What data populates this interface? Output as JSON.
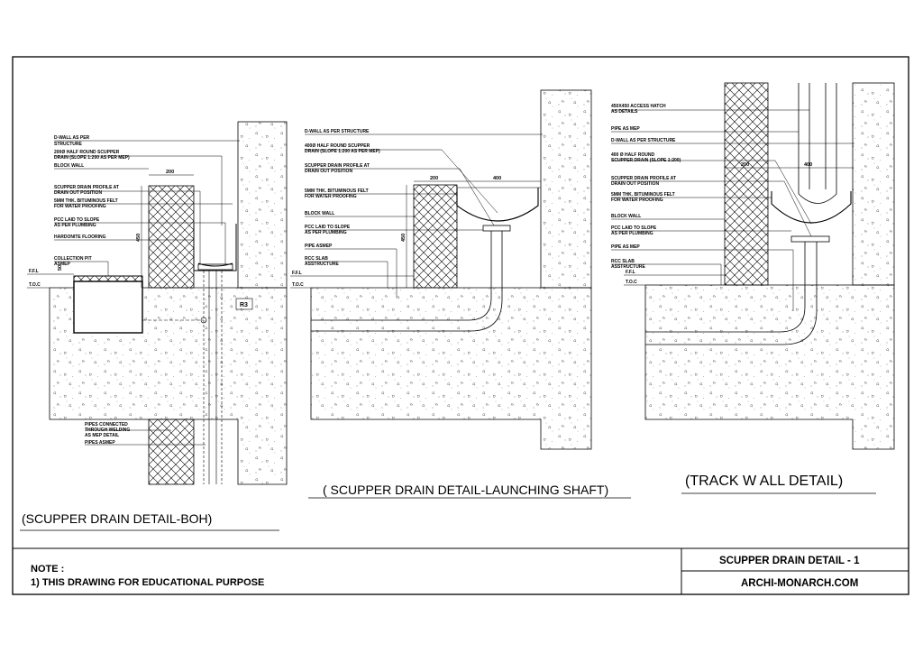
{
  "captions": {
    "boh": "(SCUPPER DRAIN DETAIL-BOH)",
    "launch": "( SCUPPER DRAIN DETAIL-LAUNCHING SHAFT)",
    "track": "(TRACK W ALL DETAIL)"
  },
  "note": {
    "heading": "NOTE :",
    "line1": "1) THIS DRAWING FOR EDUCATIONAL PURPOSE"
  },
  "title_block": {
    "title": "SCUPPER DRAIN DETAIL - 1",
    "site": "ARCHI-MONARCH.COM"
  },
  "boh": {
    "labels": {
      "dwall": "D-WALL AS PER",
      "dwall2": "STRUCTURE",
      "drain": "200Ø HALF ROUND SCUPPER",
      "drain2": "DRAIN (SLOPE 1:200 AS PER MEP)",
      "block": "BLOCK WALL",
      "profile": "SCUPPER DRAIN PROFILE AT",
      "profile2": "DRAIN OUT POSITION",
      "felt": "5MM THK. BITUMINOUS FELT",
      "felt2": "FOR WATER PROOFING",
      "pcc": "PCC LAID TO SLOPE",
      "pcc2": "AS PER PLUMBING",
      "hardonite": "HARDONITE FLOORING",
      "pit": "COLLECTION PIT",
      "pit2": "ASMEP",
      "pipes": "PIPES CONNECTED",
      "pipes2": "THROUGH WELDING",
      "pipes3": "AS MEP DETAIL",
      "pipes4": "PIPES ASMEP",
      "ffl": "F.F.L",
      "toc": "T.O.C",
      "r3": "R3"
    },
    "dims": {
      "width": "200",
      "height": "450",
      "pit": "50"
    }
  },
  "launch": {
    "labels": {
      "dwall": "D-WALL AS PER STRUCTURE",
      "drain": "400Ø HALF ROUND SCUPPER",
      "drain2": "DRAIN (SLOPE 1:200 AS PER MEP)",
      "profile": "SCUPPER DRAIN PROFILE AT",
      "profile2": "DRAIN OUT POSITION",
      "felt": "5MM THK. BITUMINOUS FELT",
      "felt2": "FOR WATER PROOFING",
      "block": "BLOCK WALL",
      "pcc": "PCC LAID TO SLOPE",
      "pcc2": "AS PER PLUMBING",
      "pipe": "PIPE ASMEP",
      "rcc": "RCC SLAB",
      "rcc2": "ASSTRUCTURE",
      "ffl": "F.F.L",
      "toc": "T.O.C"
    },
    "dims": {
      "a": "200",
      "b": "400",
      "h": "450"
    }
  },
  "track": {
    "labels": {
      "hatch": "450X450 ACCESS HATCH",
      "hatch2": "AS DETAILS",
      "pipe_mep": "PIPE AS MEP",
      "dwall": "D-WALL AS PER STRUCTURE",
      "drain": "400 Ø HALF  ROUND",
      "drain2": "SCUPPER DRAIN (SLOPE 1:200)",
      "profile": "SCUPPER DRAIN PROFILE AT",
      "profile2": "DRAIN OUT POSITION",
      "felt": "5MM THK. BITUMINOUS  FELT",
      "felt2": "FOR WATER PROOFING",
      "block": "BLOCK WALL",
      "pcc": "PCC LAID TO SLOPE",
      "pcc2": "AS PER PLUMBING",
      "pipe": "PIPE AS MEP",
      "rcc": "RCC SLAB",
      "rcc2": "ASSTRUCTURE",
      "ffl": "F.F.L",
      "toc": "T.O.C"
    },
    "dims": {
      "a": "200",
      "b": "400"
    }
  }
}
